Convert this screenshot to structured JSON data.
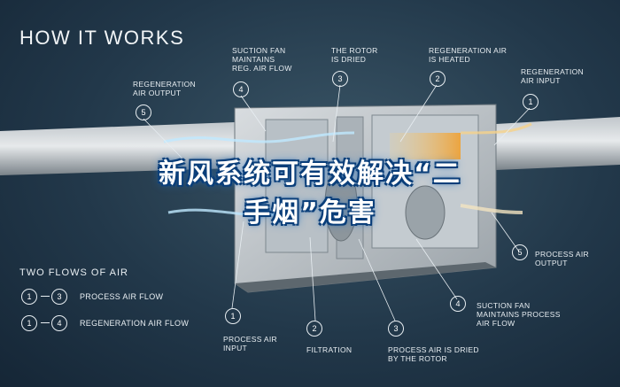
{
  "heading": "HOW IT WORKS",
  "overlay_text_line1": "新风系统可有效解决“二",
  "overlay_text_line2": "手烟”危害",
  "callouts": {
    "regen_air_output": {
      "num": "5",
      "label": "REGENERATION\nAIR OUTPUT"
    },
    "suction_fan_regen": {
      "num": "4",
      "label": "SUCTION FAN\nMAINTAINS\nREG. AIR FLOW"
    },
    "rotor_dried": {
      "num": "3",
      "label": "THE ROTOR\nIS DRIED"
    },
    "regen_air_heated": {
      "num": "2",
      "label": "REGENERATION AIR\nIS HEATED"
    },
    "regen_air_input": {
      "num": "1",
      "label": "REGENERATION\nAIR INPUT"
    },
    "process_air_output": {
      "num": "5",
      "label": "PROCESS AIR\nOUTPUT"
    },
    "suction_fan_process": {
      "num": "4",
      "label": "SUCTION FAN\nMAINTAINS PROCESS\nAIR FLOW"
    },
    "process_air_input": {
      "num": "1",
      "label": "PROCESS AIR\nINPUT"
    },
    "filtration": {
      "num": "2",
      "label": "FILTRATION"
    },
    "process_air_dried": {
      "num": "3",
      "label": "PROCESS AIR IS DRIED\nBY THE ROTOR"
    }
  },
  "legend": {
    "title": "TWO FLOWS OF AIR",
    "rows": [
      {
        "from": "1",
        "to": "3",
        "label": "PROCESS AIR FLOW"
      },
      {
        "from": "1",
        "to": "4",
        "label": "REGENERATION AIR FLOW"
      }
    ]
  },
  "colors": {
    "background": "#22384a",
    "overlay_outline": "#0b3f7a",
    "accent_blue": "#7fd0ff",
    "heat_orange": "#f0a030"
  }
}
